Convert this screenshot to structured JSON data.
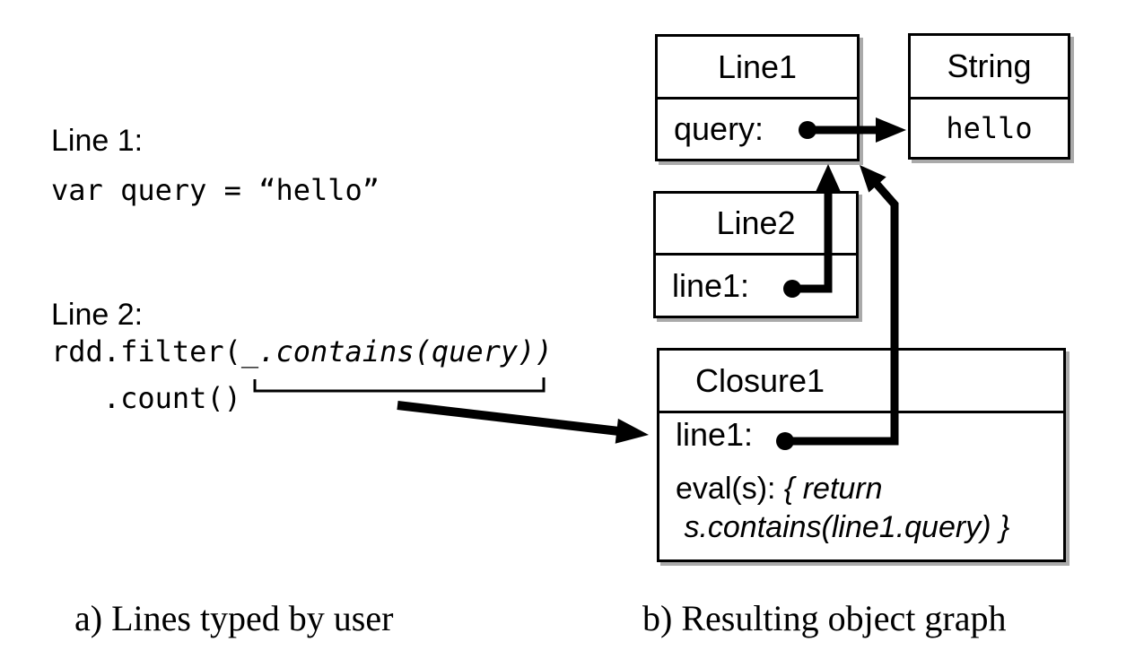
{
  "panel_a": {
    "line1_label": "Line 1:",
    "line1_code": "var query = “hello”",
    "line2_label": "Line 2:",
    "line2_code": {
      "normal": "rdd.filter(",
      "italic": "_.contains(query))",
      "second_line": "   .count()"
    },
    "caption": "a) Lines typed by user"
  },
  "panel_b": {
    "caption": "b) Resulting object graph",
    "line1_box": {
      "title": "Line1",
      "field": "query:"
    },
    "string_box": {
      "title": "String",
      "value": "hello"
    },
    "line2_box": {
      "title": "Line2",
      "field": "line1:"
    },
    "closure1_box": {
      "title": "Closure1",
      "field": "line1:",
      "eval_label": "eval(s): ",
      "eval_code_line1": "{ return",
      "eval_code_line2": " s.contains(line1.query) }"
    }
  },
  "colors": {
    "ink": "#000000",
    "background": "#ffffff",
    "box_shadow": "#aaaaaa"
  }
}
